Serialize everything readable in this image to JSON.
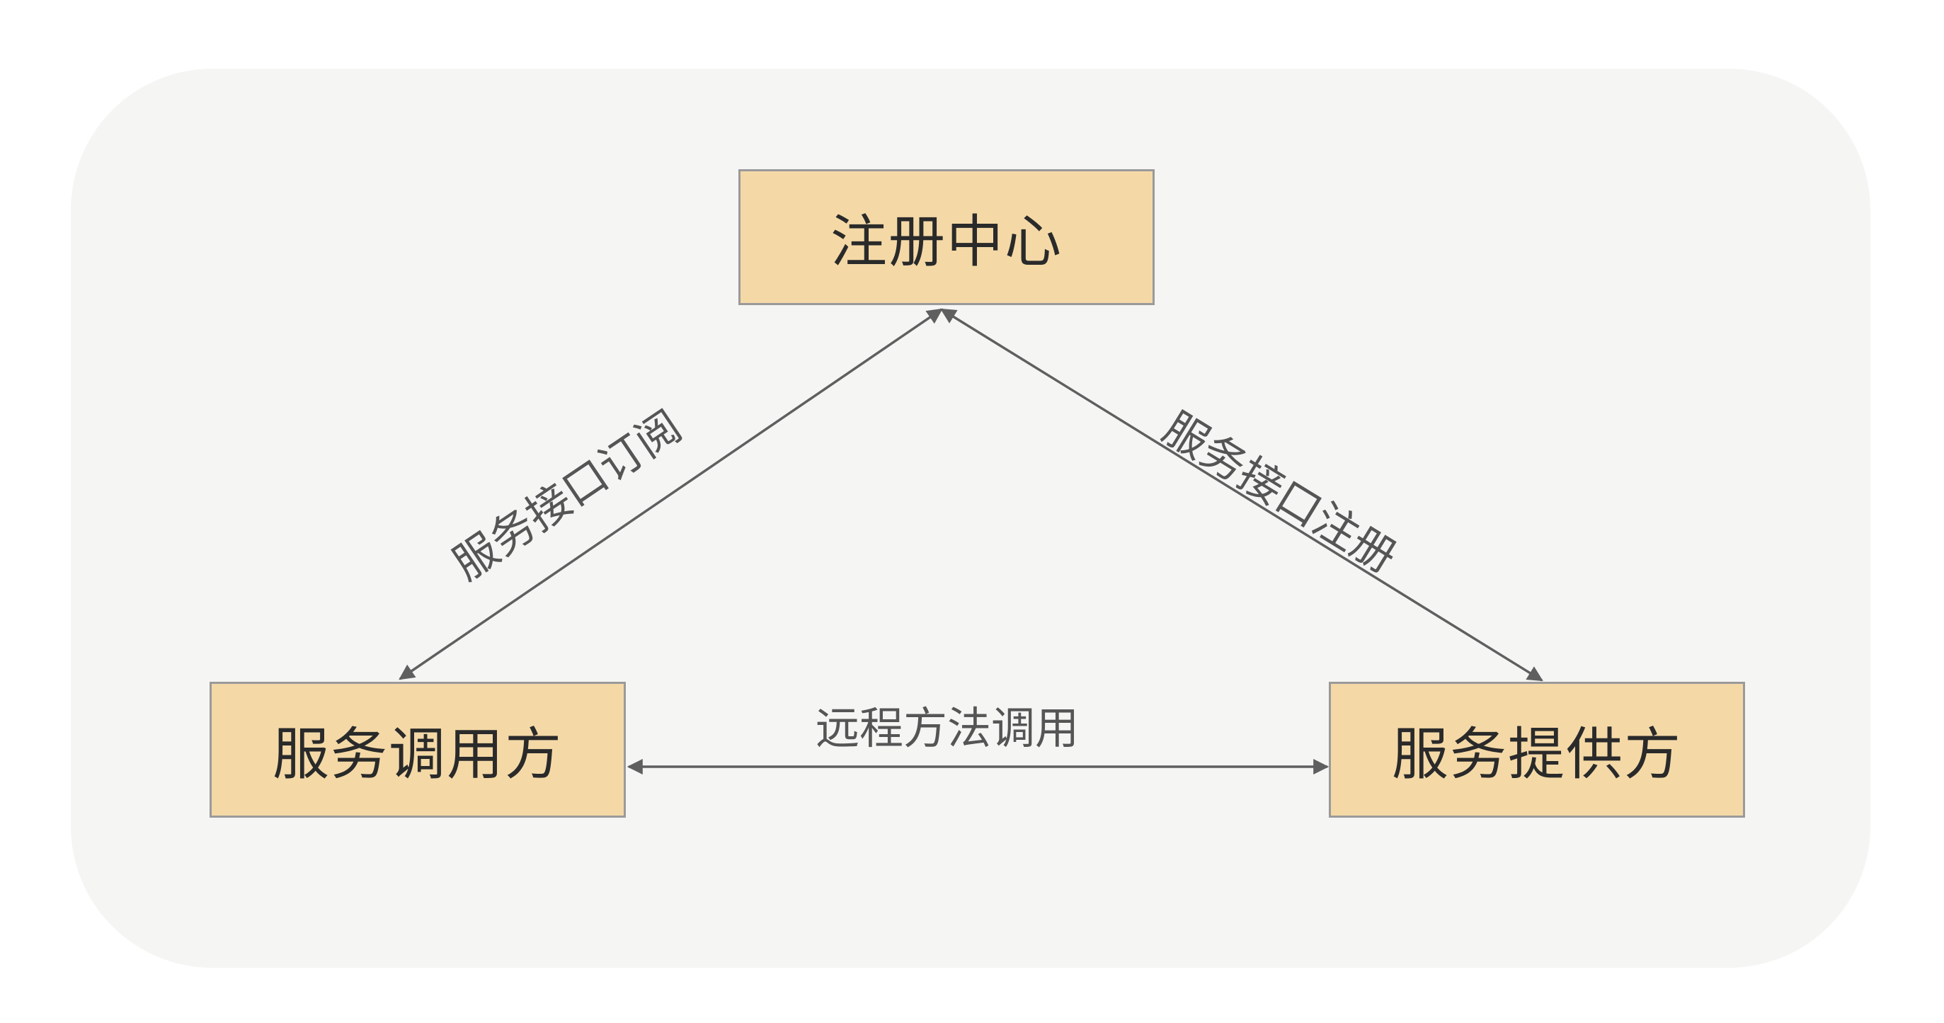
{
  "nodes": {
    "registry": "注册中心",
    "consumer": "服务调用方",
    "provider": "服务提供方"
  },
  "edges": {
    "subscribe": "服务接口订阅",
    "register": "服务接口注册",
    "rpc": "远程方法调用"
  },
  "colors": {
    "node_fill": "#f4d9a7",
    "node_border": "#9a9a9a",
    "edge": "#5f5f5f",
    "background": "#f5f5f4"
  }
}
